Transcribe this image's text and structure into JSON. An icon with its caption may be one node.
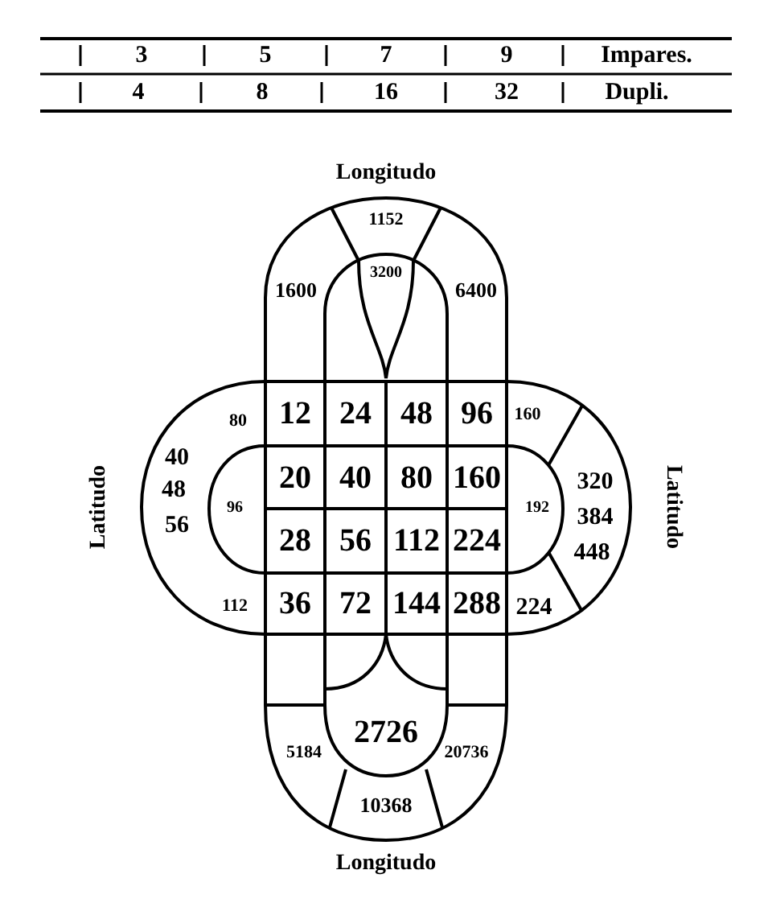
{
  "diagram": {
    "labels": [
      "3",
      "5",
      "7",
      "9",
      "Impares.",
      "4",
      "8",
      "16",
      "32",
      "Dupli.",
      "Longitudo",
      "1152",
      "1600",
      "3200",
      "6400",
      "80",
      "12",
      "24",
      "48",
      "96",
      "160",
      "Latitudo",
      "40",
      "48",
      "56",
      "96",
      "20",
      "40",
      "80",
      "160",
      "192",
      "320",
      "384",
      "448",
      "Latitudo",
      "28",
      "56",
      "112",
      "224",
      "112",
      "36",
      "72",
      "144",
      "288",
      "224",
      "2726",
      "5184",
      "20736",
      "10368",
      "Longitudo"
    ]
  }
}
